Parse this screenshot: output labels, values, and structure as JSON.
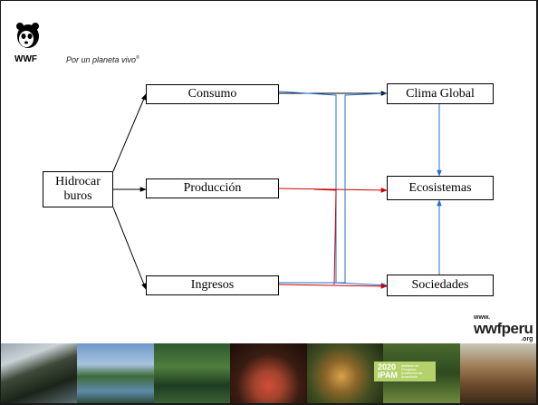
{
  "header": {
    "logo_text": "WWF",
    "tagline": "Por un planeta vivo",
    "tagline_mark": "®"
  },
  "diagram": {
    "nodes": {
      "hidrocarburos": "Hidrocar buros",
      "consumo": "Consumo",
      "produccion": "Producción",
      "ingresos": "Ingresos",
      "clima_global": "Clima Global",
      "ecosistemas": "Ecosistemas",
      "sociedades": "Sociedades"
    },
    "edges": [
      {
        "from": "hidrocarburos",
        "to": "consumo",
        "color": "#000000"
      },
      {
        "from": "hidrocarburos",
        "to": "produccion",
        "color": "#000000"
      },
      {
        "from": "hidrocarburos",
        "to": "ingresos",
        "color": "#000000"
      },
      {
        "from": "consumo",
        "to": "clima_global",
        "color": "#000000"
      },
      {
        "from": "consumo",
        "to": "sociedades",
        "color": "#1f6fd1"
      },
      {
        "from": "produccion",
        "to": "ecosistemas",
        "color": "#cc0000"
      },
      {
        "from": "produccion",
        "to": "sociedades",
        "color": "#cc0000"
      },
      {
        "from": "ingresos",
        "to": "sociedades",
        "color": "#1f6fd1"
      },
      {
        "from": "ingresos",
        "to": "clima_global",
        "color": "#1f6fd1"
      },
      {
        "from": "clima_global",
        "to": "ecosistemas",
        "color": "#1f6fd1"
      },
      {
        "from": "sociedades",
        "to": "ecosistemas",
        "color": "#1f6fd1"
      }
    ]
  },
  "footer": {
    "site_prefix": "www.",
    "site_main": "wwfperu",
    "site_suffix": ".org",
    "partner_logo": "IPAM",
    "partner_logo_mark": "2020",
    "partner_text": "Instituto de Pesquisa Ambiental da Amazônia"
  },
  "colors": {
    "blue_arrow": "#1f6fd1",
    "red_arrow": "#cc0000",
    "black_arrow": "#000000"
  }
}
